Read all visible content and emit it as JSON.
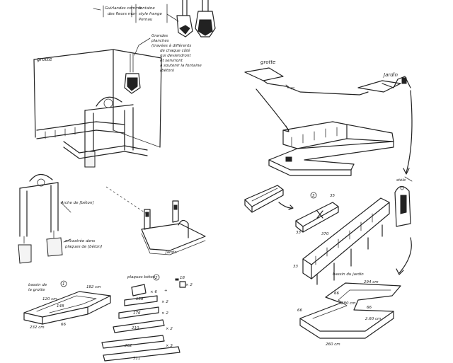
{
  "labels": {
    "grotte_left": "grotte",
    "grotte_right": "grotte",
    "jardin_right": "Jardin",
    "jardin_small": "Jardin",
    "top_note_1": "Guirlandes comme",
    "top_note_2": "des fleurs mon",
    "top_note_3": "fontaine",
    "top_note_4": "style frange",
    "top_note_5": "Pernau",
    "planks_note_1": "Grandes",
    "planks_note_2": "planches",
    "planks_note_3": "(travées à différents",
    "planks_note_4": "de chaque côté",
    "planks_note_5": "qui deviendront",
    "planks_note_6": "et serviront",
    "planks_note_7": "à soutenir la fontaine",
    "planks_note_8": "(béton)",
    "arche": "Arche de [béton]",
    "encastree_1": "encastrée dans",
    "encastree_2": "plaques de [béton]",
    "bassin_grotte_1": "bassin de",
    "bassin_grotte_2": "la grotte",
    "plaques_beton": "plaques béton",
    "bassin_jardin": "bassin du jardin",
    "stele": "stèle",
    "num_1": "1",
    "num_2": "2",
    "num_3": "3",
    "dim_182": "182 cm",
    "dim_120": "120 cm",
    "dim_148": "148",
    "dim_232": "232 cm",
    "dim_66": "66",
    "dim_138": "138",
    "dim_176": "176",
    "dim_210": "210",
    "dim_262": "262",
    "dim_311": "311",
    "dim_x6": "× 6",
    "dim_x2a": "× 2",
    "dim_x2b": "× 2",
    "dim_x2c": "× 2",
    "dim_x3": "× 3",
    "dim_33": "33",
    "dim_33b": "33",
    "dim_35": "35",
    "dim_370": "370",
    "dim_66a": "66",
    "dim_66b": "66",
    "dim_66c": "66",
    "dim_294": "294 cm",
    "dim_280": "280 cm",
    "dim_260": "260 cm",
    "dim_2_60": "2.60 cm",
    "dim_18": "18",
    "plus": "+"
  }
}
